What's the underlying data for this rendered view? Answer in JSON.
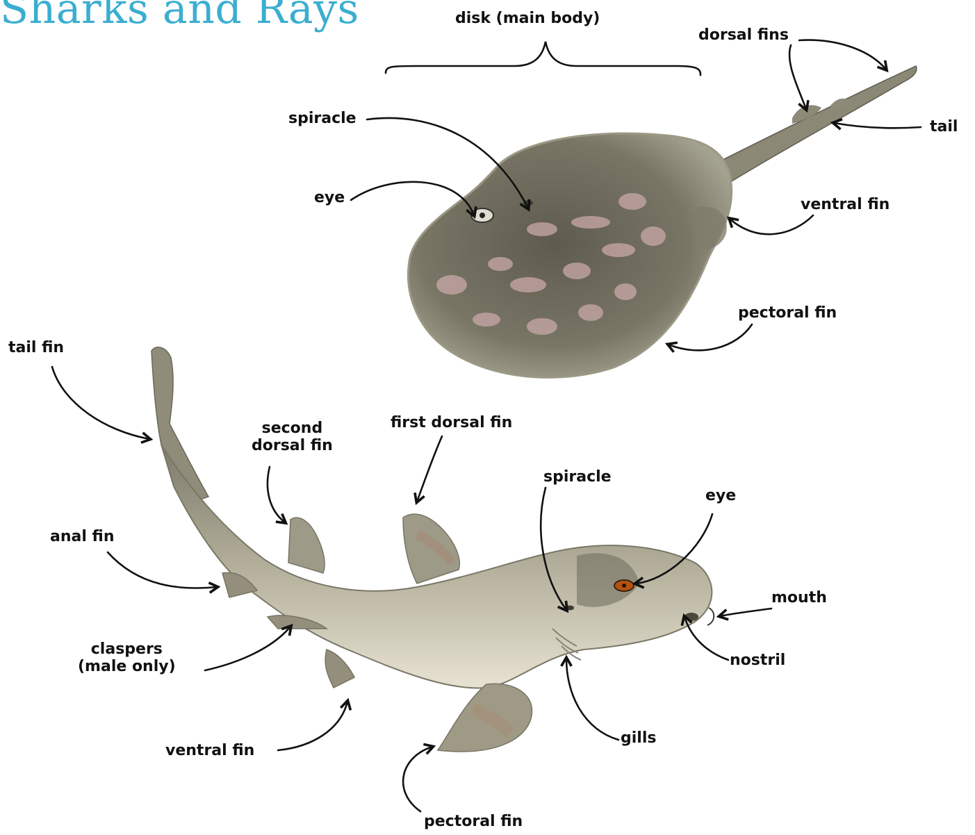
{
  "title": "Sharks and Rays",
  "ray": {
    "labels": {
      "disk": "disk (main body)",
      "dorsal_fins": "dorsal fins",
      "spiracle": "spiracle",
      "tail": "tail",
      "eye": "eye",
      "ventral_fin": "ventral fin",
      "pectoral_fin": "pectoral fin"
    }
  },
  "shark": {
    "labels": {
      "tail_fin": "tail fin",
      "first_dorsal_fin": "first dorsal fin",
      "second_dorsal_fin": "second\ndorsal fin",
      "spiracle": "spiracle",
      "eye": "eye",
      "anal_fin": "anal fin",
      "mouth": "mouth",
      "claspers": "claspers\n(male only)",
      "nostril": "nostril",
      "gills": "gills",
      "ventral_fin": "ventral fin",
      "pectoral_fin": "pectoral fin"
    }
  },
  "colors": {
    "title": "#3aaed0",
    "ray_body": "#6b6b5c",
    "ray_spots": "#c9a9a9",
    "shark_body": "#9a9684",
    "shark_belly": "#e6e0cf",
    "shark_fin_tint": "#a9866e",
    "eye": "#b5520f"
  }
}
